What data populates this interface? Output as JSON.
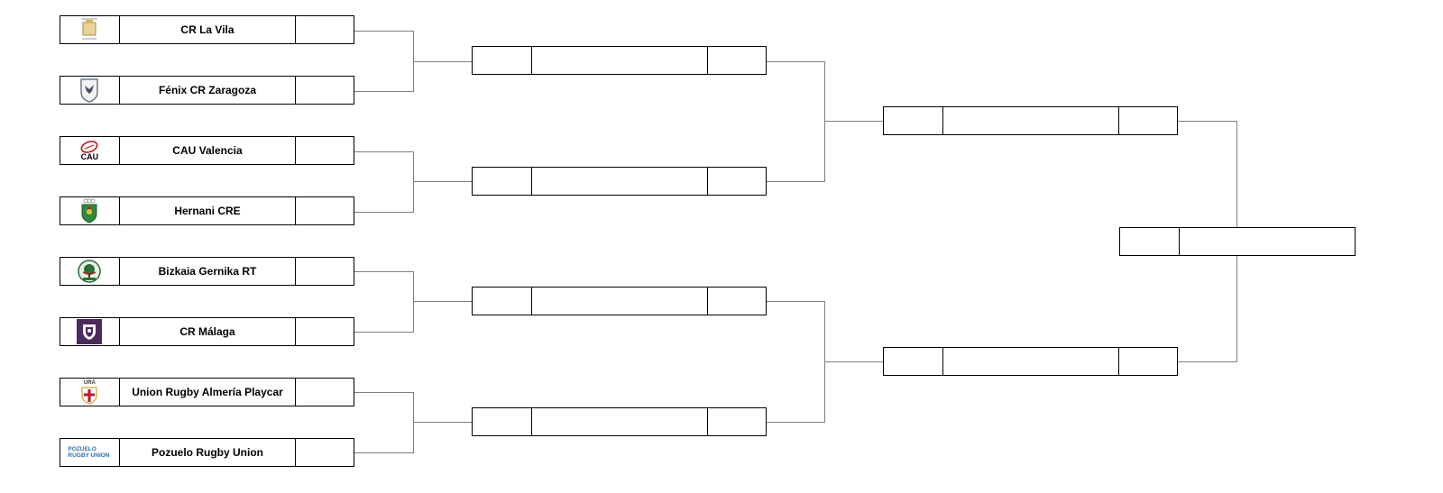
{
  "round1": [
    {
      "team": "CR La Vila",
      "logo": "crest-icon",
      "score": ""
    },
    {
      "team": "Fénix CR Zaragoza",
      "logo": "phoenix-shield-icon",
      "score": ""
    },
    {
      "team": "CAU Valencia",
      "logo": "rugby-ball-icon",
      "logo_text": "CAU",
      "score": ""
    },
    {
      "team": "Hernani CRE",
      "logo": "green-shield-icon",
      "score": ""
    },
    {
      "team": "Bizkaia Gernika RT",
      "logo": "tree-badge-icon",
      "score": ""
    },
    {
      "team": "CR Málaga",
      "logo": "purple-shield-icon",
      "score": ""
    },
    {
      "team": "Union Rugby Almería Playcar",
      "logo": "cross-shield-icon",
      "logo_text": "URA",
      "score": ""
    },
    {
      "team": "Pozuelo Rugby Union",
      "logo": "pozuelo-wordmark",
      "logo_text": "POZUELO RUGBY UNION",
      "score": ""
    }
  ],
  "round2": [
    {
      "team": "",
      "score": ""
    },
    {
      "team": "",
      "score": ""
    },
    {
      "team": "",
      "score": ""
    },
    {
      "team": "",
      "score": ""
    }
  ],
  "round3": [
    {
      "team": "",
      "score": ""
    },
    {
      "team": "",
      "score": ""
    }
  ],
  "final": {
    "team": "",
    "score": ""
  },
  "colors": {
    "line": "#7f7f7f",
    "border": "#000000",
    "cr_malaga": "#4b2a5c",
    "hernani": "#2f8a3b",
    "ura_cross": "#c8102e",
    "pozuelo": "#2a6fb6"
  }
}
